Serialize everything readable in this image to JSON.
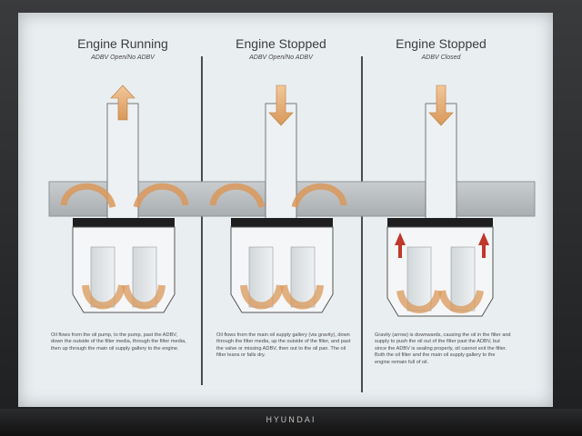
{
  "monitor": {
    "brand": "HYUNDAI"
  },
  "panels": [
    {
      "title": "Engine Running",
      "subtitle": "ADBV Open/No ADBV",
      "caption": "Oil flows from the oil pump, to the pump, past the ADBV, down the outside of the filter media, through the filter media, then up through the main oil supply gallery to the engine."
    },
    {
      "title": "Engine Stopped",
      "subtitle": "ADBV Open/No ADBV",
      "caption": "Oil flows from the main oil supply gallery (via gravity), down through the filter media, up the outside of the filter, and past the valve or missing ADBV, then out to the oil pan. The oil filter leans or falls dry."
    },
    {
      "title": "Engine Stopped",
      "subtitle": "ADBV Closed",
      "caption": "Gravity (arrow) is downwards, causing the oil in the filter and supply to push the oil out of the filter past the ADBV, but since the ADBV is sealing properly, oil cannot exit the filter. Both the oil filter and the main oil supply gallery to the engine remain full of oil."
    }
  ]
}
